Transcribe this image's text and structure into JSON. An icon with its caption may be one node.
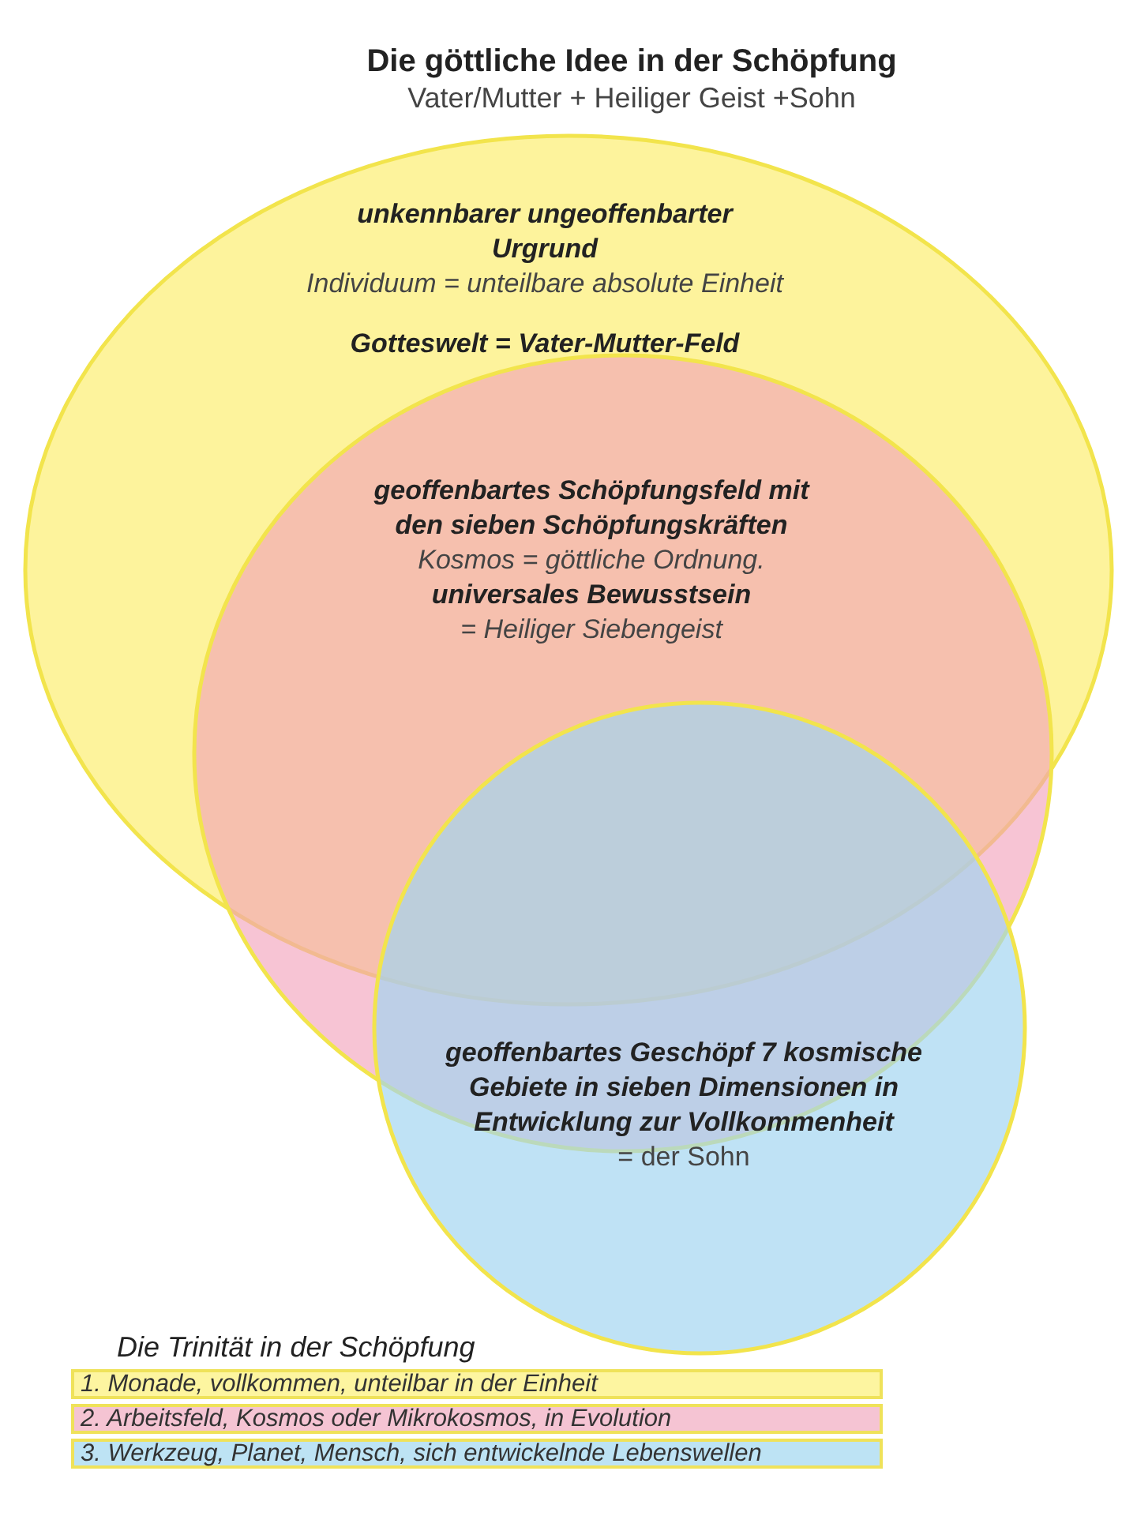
{
  "diagram": {
    "title": "Die göttliche Idee in der Schöpfung",
    "nodes": [
      {
        "text": [
          "unkennbarer ungeoffenbarter Urgrund",
          "Individuum = unteilbare absolute Einheit",
          "**Gotteswelt** = **Vater-Mutter-Feld**"
        ]
      },
      {
        "text": [
          "geoffenbartes Schöpfungsfeld mit den sieben Schöpfungskräften",
          "Kosmos = göttliche Ordnung.",
          "universales Bewusstsein",
          "= Heiliger Siebengeist"
        ]
      },
      {
        "text": [
          "geoffenbartes Geschöpf 7 kosmische Gebiete in sieben Dimensionen in Entwicklung zur Vollkommenheit",
          "= der Sohn"
        ]
      }
    ],
    "edges": [],
    "labels": [
      "Vater/Mutter + Heiliger Geist +Sohn",
      "Die Trinität in der Schöpfung"
    ],
    "legend": [
      {
        "text": "1. Monade, vollkommen, unteilbar in der Einheit",
        "color": "#fdf5a0"
      },
      {
        "text": "2. Arbeitsfeld, Kosmos oder Mikrokosmos, in Evolution",
        "color": "#f5c4d3"
      },
      {
        "text": "3. Werkzeug, Planet, Mensch, sich entwickelnde Lebenswellen",
        "color": "#bde3f4"
      }
    ]
  }
}
